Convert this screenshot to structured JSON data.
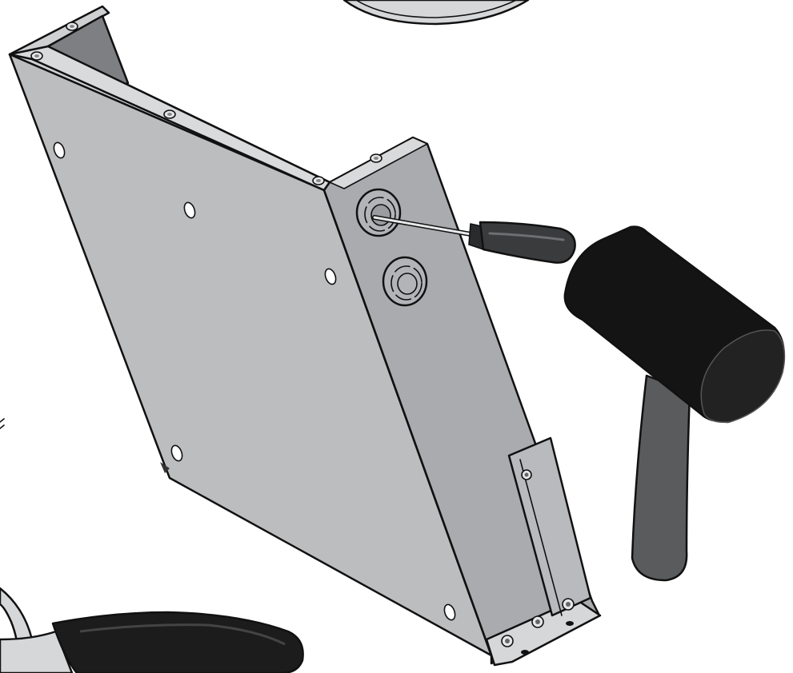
{
  "illustration": {
    "colors": {
      "panel_front": "#bcbdbf",
      "panel_side": "#a7a9ac",
      "panel_top": "#cfd0d2",
      "panel_inner": "#7d7f82",
      "outline": "#111111",
      "hammer_head": "#141414",
      "hammer_handle": "#5a5b5d",
      "screwdriver_handle": "#3a3b3d",
      "plier_grip": "#1c1c1c",
      "metal": "#d6d7d9"
    },
    "objects": [
      {
        "name": "sheet-metal-enclosure",
        "icon": "enclosure-box"
      },
      {
        "name": "screwdriver",
        "icon": "screwdriver-icon"
      },
      {
        "name": "rubber-mallet",
        "icon": "mallet-icon"
      },
      {
        "name": "pliers",
        "icon": "pliers-icon"
      },
      {
        "name": "tape-roll",
        "icon": "tape-roll-icon"
      }
    ]
  }
}
